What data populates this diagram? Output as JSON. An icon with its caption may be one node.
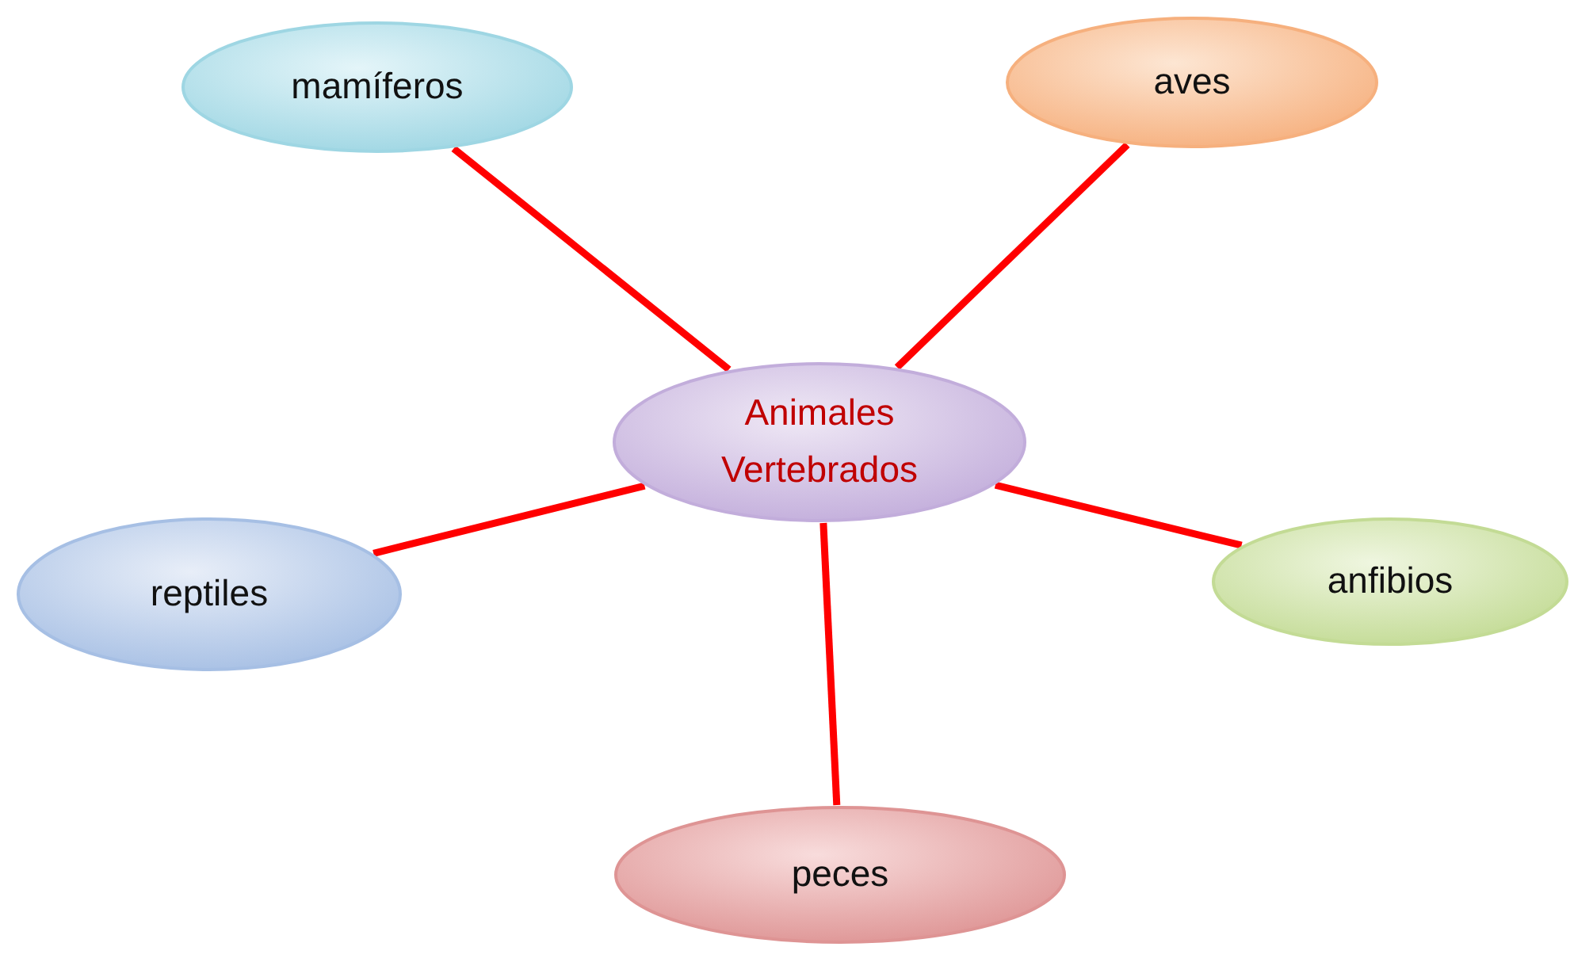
{
  "diagram": {
    "nodes": [
      {
        "text": [
          "mamíferos"
        ]
      },
      {
        "text": [
          "aves"
        ]
      },
      {
        "text": [
          "Animales Vertebrados"
        ]
      },
      {
        "text": [
          "reptiles"
        ]
      },
      {
        "text": [
          "anfibios"
        ]
      },
      {
        "text": [
          "peces"
        ]
      }
    ],
    "edges": [
      {
        "from": 2,
        "to": 0,
        "arrow": "none"
      },
      {
        "from": 2,
        "to": 1,
        "arrow": "none"
      },
      {
        "from": 2,
        "to": 3,
        "arrow": "none"
      },
      {
        "from": 2,
        "to": 4,
        "arrow": "none"
      },
      {
        "from": 2,
        "to": 5,
        "arrow": "none"
      }
    ]
  }
}
